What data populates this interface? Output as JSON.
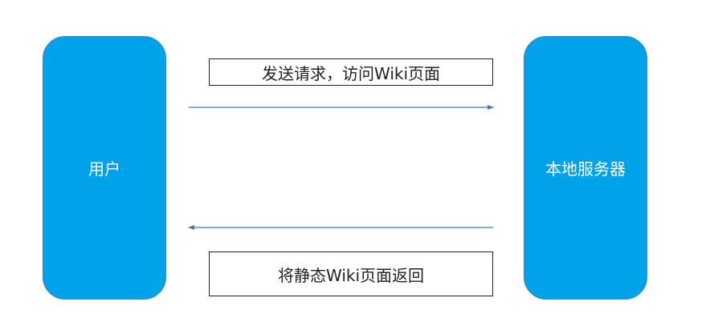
{
  "nodes": {
    "user": "用户",
    "server": "本地服务器"
  },
  "messages": {
    "request": "发送请求，访问Wiki页面",
    "response": "将静态Wiki页面返回"
  },
  "colors": {
    "node_fill": "#00A2E8",
    "arrow": "#4472C4"
  }
}
